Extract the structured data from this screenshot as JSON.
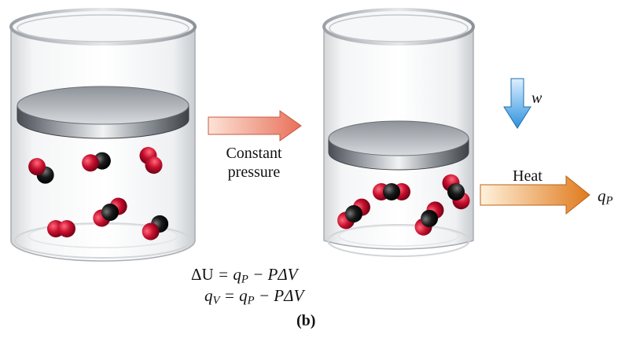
{
  "labels": {
    "process_line1": "Constant",
    "process_line2": "pressure",
    "work": "w",
    "heat": "Heat",
    "panel": "(b)"
  },
  "heat_flow": {
    "symbol": "q",
    "subscript": "P"
  },
  "equations": [
    {
      "lhs": "ΔU",
      "rhs_q": "q",
      "rhs_sub": "P",
      "tail": " − PΔV"
    },
    {
      "lhs_q": "q",
      "lhs_sub": "V",
      "rhs_q": "q",
      "rhs_sub": "P",
      "tail": " − PΔV"
    }
  ],
  "colors": {
    "oxygen": "#c8102e",
    "carbon": "#111111",
    "arrow_heat": "#e07a1c",
    "arrow_process": "#e8705a",
    "arrow_work": "#3c9fe0"
  }
}
